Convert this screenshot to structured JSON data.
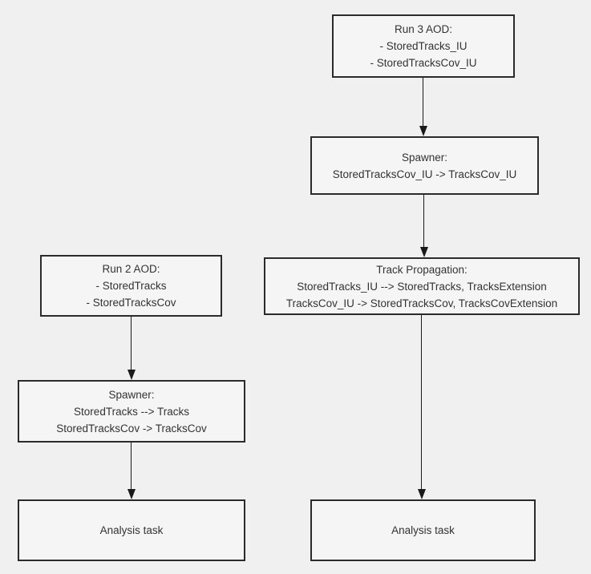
{
  "colors": {
    "page_bg": "#f0f0f0",
    "node_fill": "#f5f5f5",
    "node_border": "#2b2b2b",
    "text_color": "#333333",
    "arrow_color": "#1a1a1a"
  },
  "nodes": {
    "run3_aod": {
      "lines": [
        "Run 3 AOD:",
        "- StoredTracks_IU",
        "- StoredTracksCov_IU"
      ]
    },
    "spawner_iu": {
      "lines": [
        "Spawner:",
        "StoredTracksCov_IU -> TracksCov_IU"
      ]
    },
    "track_propagation": {
      "lines": [
        "Track Propagation:",
        "StoredTracks_IU --> StoredTracks, TracksExtension",
        "TracksCov_IU -> StoredTracksCov, TracksCovExtension"
      ]
    },
    "analysis_task_right": {
      "lines": [
        "Analysis task"
      ]
    },
    "run2_aod": {
      "lines": [
        "Run 2 AOD:",
        "- StoredTracks",
        "- StoredTracksCov"
      ]
    },
    "spawner": {
      "lines": [
        "Spawner:",
        "StoredTracks --> Tracks",
        "StoredTracksCov -> TracksCov"
      ]
    },
    "analysis_task_left": {
      "lines": [
        "Analysis task"
      ]
    }
  },
  "edges": [
    {
      "from": "run3_aod",
      "to": "spawner_iu"
    },
    {
      "from": "spawner_iu",
      "to": "track_propagation"
    },
    {
      "from": "track_propagation",
      "to": "analysis_task_right"
    },
    {
      "from": "run2_aod",
      "to": "spawner"
    },
    {
      "from": "spawner",
      "to": "analysis_task_left"
    }
  ]
}
